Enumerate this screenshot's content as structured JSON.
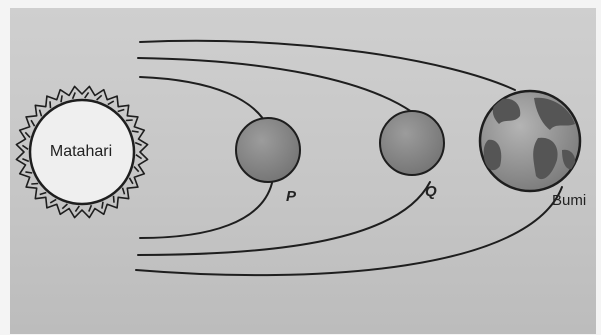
{
  "labels": {
    "sun": "Matahari",
    "planet_p": "P",
    "planet_q": "Q",
    "earth": "Bumi"
  },
  "colors": {
    "background": "#c8c8c8",
    "planet_fill": "#8a8a8a",
    "earth_ocean": "#9a9a9a",
    "earth_land": "#555555",
    "line": "#1e1e1e"
  }
}
